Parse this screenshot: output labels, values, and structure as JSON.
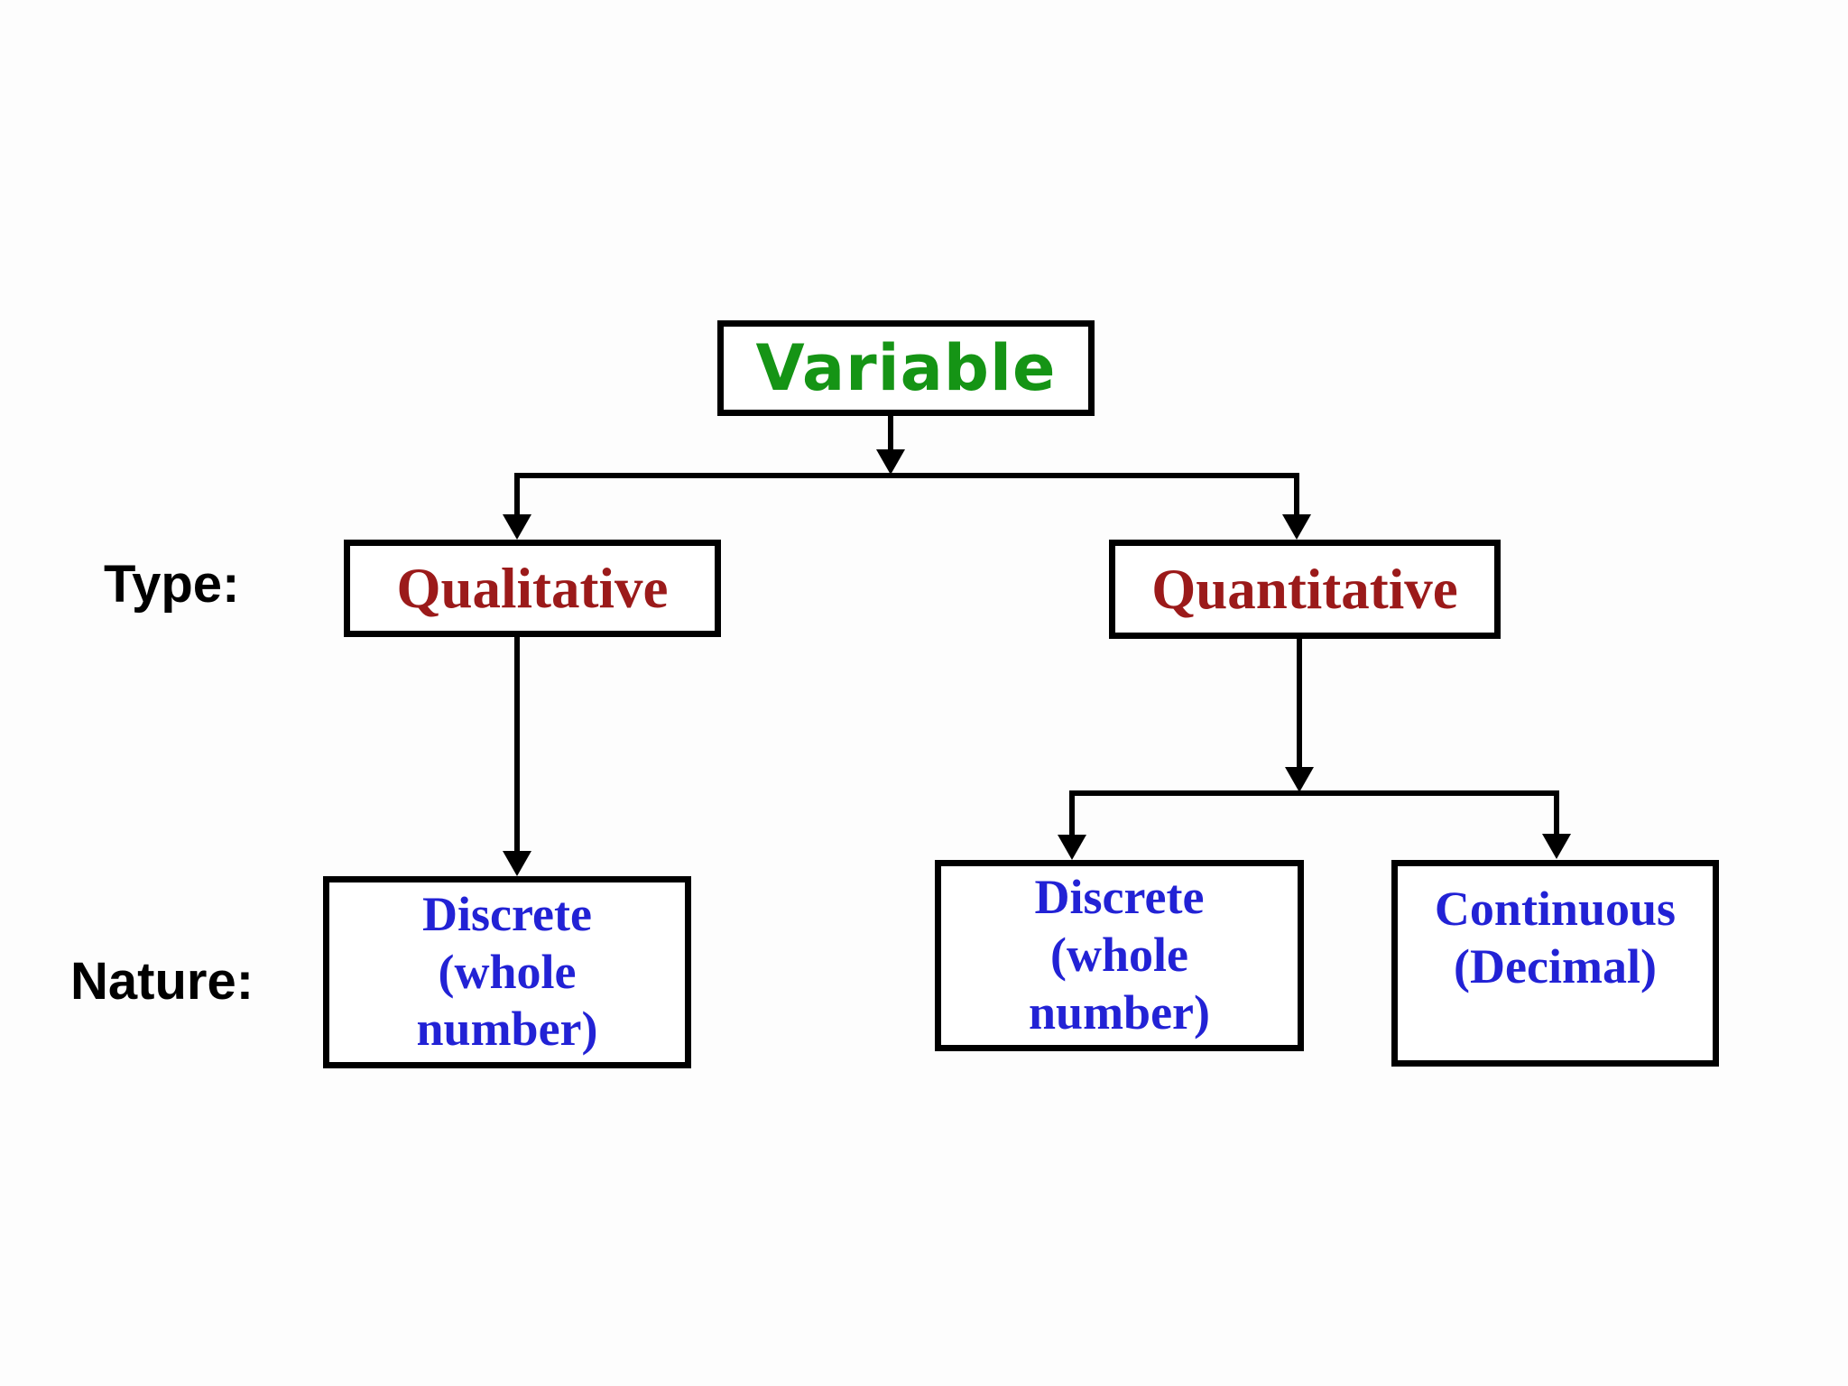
{
  "diagram": {
    "title_node": {
      "label": "Variable"
    },
    "row_labels": {
      "type": "Type:",
      "nature": "Nature:"
    },
    "type_nodes": {
      "qualitative": "Qualitative",
      "quantitative": "Quantitative"
    },
    "nature_nodes": {
      "qualitative_discrete": "Discrete\n(whole\nnumber)",
      "quantitative_discrete": "Discrete\n(whole\nnumber)",
      "quantitative_continuous": "Continuous\n(Decimal)"
    },
    "colors": {
      "background": "#fdfdfd",
      "box_fill": "#ffffff",
      "box_border": "#000000",
      "connector_line": "#000000",
      "root_text": "#159415",
      "type_text": "#9b1a1a",
      "nature_text": "#2222d5",
      "row_label_text": "#000000"
    }
  }
}
